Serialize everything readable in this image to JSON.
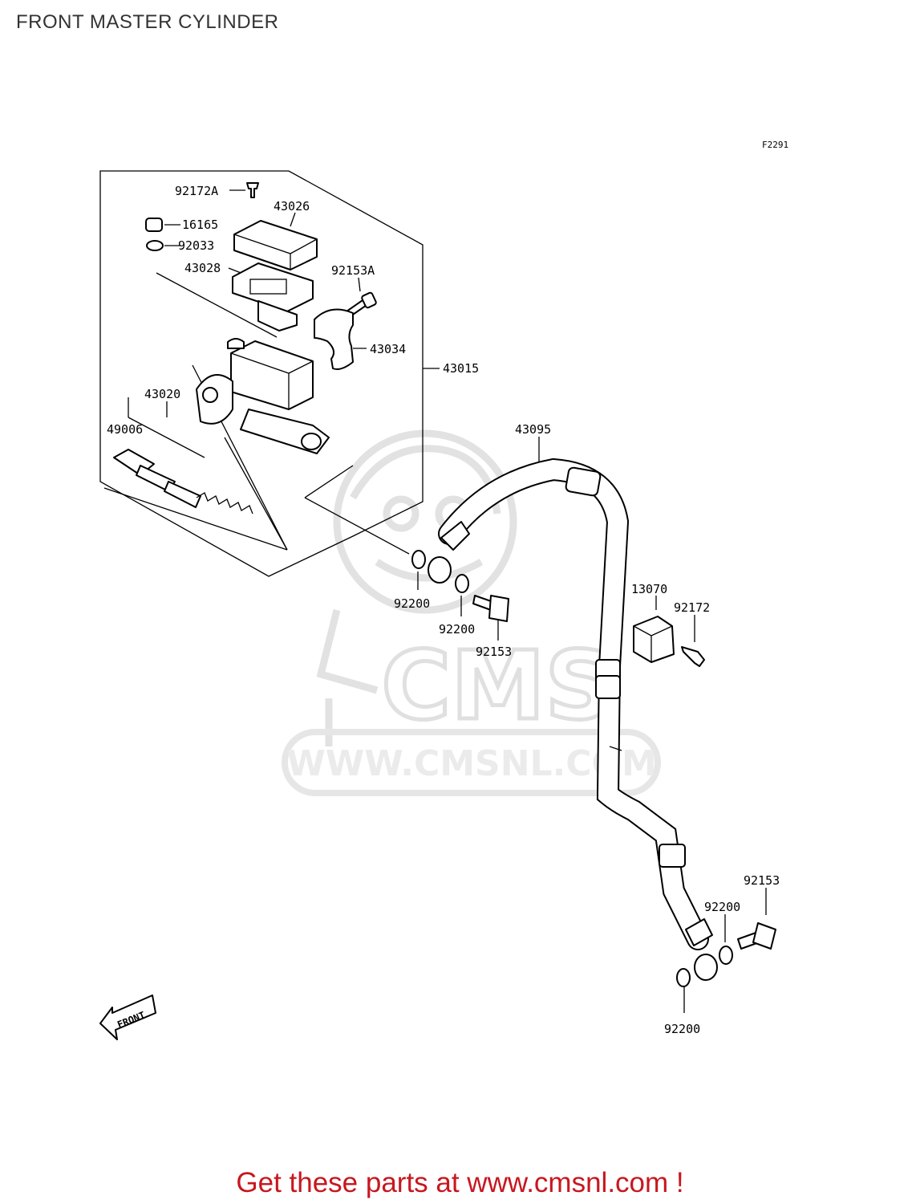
{
  "title": "FRONT MASTER CYLINDER",
  "figure_code": "F2291",
  "watermark": {
    "logo_text": "CMS",
    "url_text": "WWW.CMSNL.COM"
  },
  "direction_arrow_label": "FRONT",
  "callouts": [
    {
      "part": "92172A"
    },
    {
      "part": "43026"
    },
    {
      "part": "16165"
    },
    {
      "part": "92033"
    },
    {
      "part": "43028"
    },
    {
      "part": "92153A"
    },
    {
      "part": "43034"
    },
    {
      "part": "43015"
    },
    {
      "part": "43020"
    },
    {
      "part": "49006"
    },
    {
      "part": "43095"
    },
    {
      "part": "92200"
    },
    {
      "part": "92200"
    },
    {
      "part": "92153"
    },
    {
      "part": "13070"
    },
    {
      "part": "92172"
    },
    {
      "part": "92153"
    },
    {
      "part": "92200"
    },
    {
      "part": "92200"
    }
  ],
  "footer": {
    "text": "Get these parts at www.cmsnl.com !",
    "color": "#c8171e"
  }
}
